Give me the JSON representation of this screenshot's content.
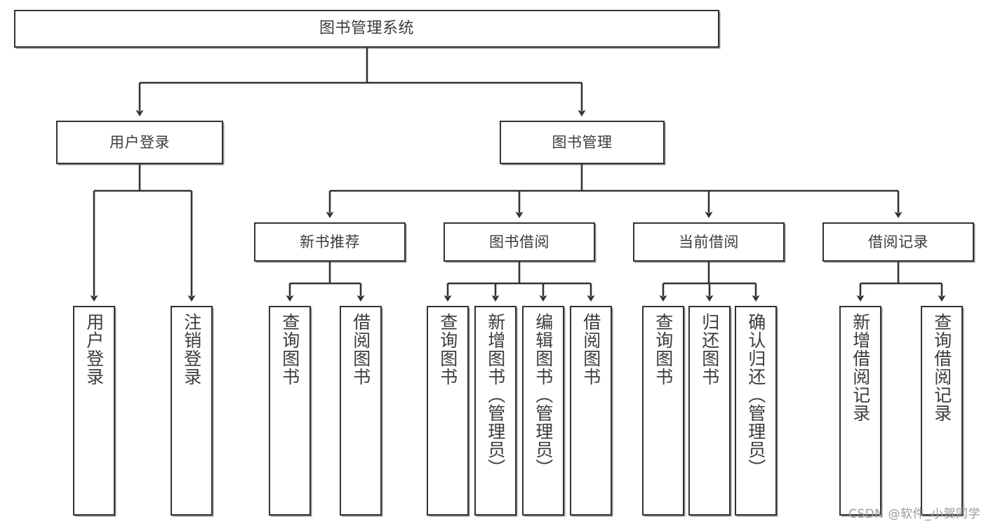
{
  "diagram": {
    "title": "图书管理系统",
    "watermark": "CSDN @软件_小贺同学",
    "colors": {
      "node_border": "#333333",
      "node_fill": "#ffffff",
      "edge": "#333333",
      "text": "#3c3c3c",
      "watermark": "#9a9a9a"
    },
    "nodes": {
      "root": {
        "label": "图书管理系统"
      },
      "level1": [
        {
          "id": "user-login",
          "label": "用户登录"
        },
        {
          "id": "book-management",
          "label": "图书管理"
        }
      ],
      "level2": [
        {
          "id": "new-book-recommend",
          "label": "新书推荐"
        },
        {
          "id": "book-borrow",
          "label": "图书借阅"
        },
        {
          "id": "current-borrow",
          "label": "当前借阅"
        },
        {
          "id": "borrow-record",
          "label": "借阅记录"
        }
      ],
      "leaves": {
        "user-login": [
          {
            "id": "leaf-user-login",
            "label": "用户登录"
          },
          {
            "id": "leaf-user-logout",
            "label": "注销登录"
          }
        ],
        "new-book-recommend": [
          {
            "id": "leaf-query-book-1",
            "label": "查询图书"
          },
          {
            "id": "leaf-borrow-book-1",
            "label": "借阅图书"
          }
        ],
        "book-borrow": [
          {
            "id": "leaf-query-book-2",
            "label": "查询图书"
          },
          {
            "id": "leaf-add-book",
            "label": "新增图书（管理员）"
          },
          {
            "id": "leaf-edit-book",
            "label": "编辑图书（管理员）"
          },
          {
            "id": "leaf-borrow-book-2",
            "label": "借阅图书"
          }
        ],
        "current-borrow": [
          {
            "id": "leaf-query-book-3",
            "label": "查询图书"
          },
          {
            "id": "leaf-return-book",
            "label": "归还图书"
          },
          {
            "id": "leaf-confirm-return",
            "label": "确认归还（管理员）"
          }
        ],
        "borrow-record": [
          {
            "id": "leaf-add-record",
            "label": "新增借阅记录"
          },
          {
            "id": "leaf-query-record",
            "label": "查询借阅记录"
          }
        ]
      }
    }
  }
}
